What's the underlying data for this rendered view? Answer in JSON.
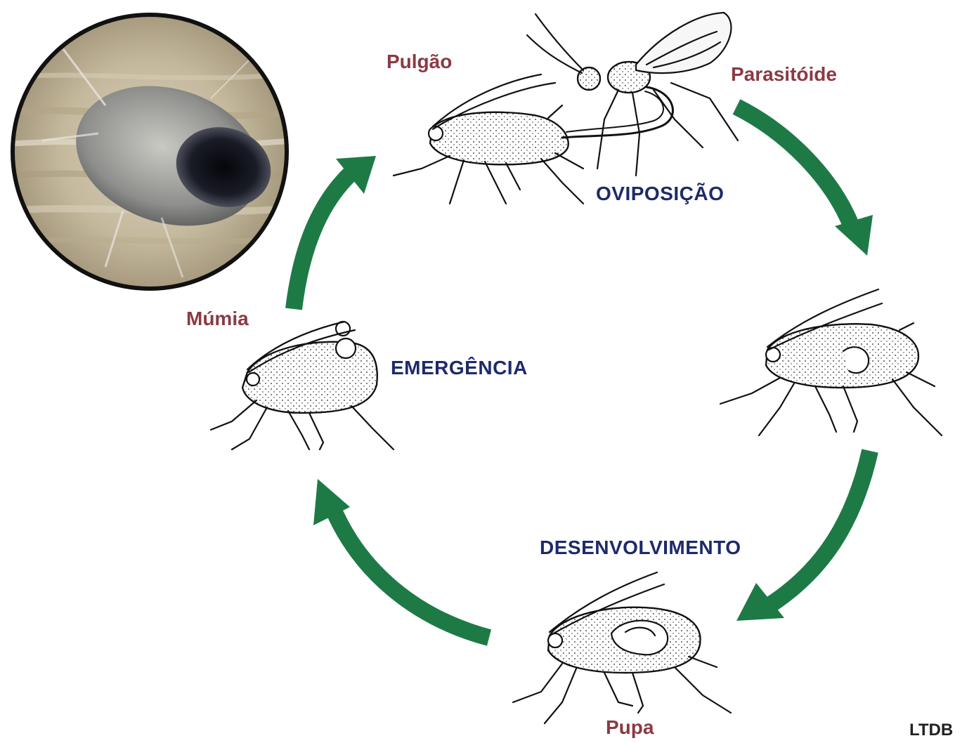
{
  "labels": {
    "aphid": "Pulgão",
    "parasitoid": "Parasitóide",
    "mummy": "Múmia",
    "pupa": "Pupa"
  },
  "processes": {
    "oviposition": "OVIPOSIÇÃO",
    "emergence": "EMERGÊNCIA",
    "development": "DESENVOLVIMENTO"
  },
  "credit": "LTDB",
  "colors": {
    "stage_label": "#8a3a44",
    "process_label": "#1d2a6b",
    "arrow": "#1e7a45",
    "credit": "#222222",
    "line_art": "#111111"
  }
}
